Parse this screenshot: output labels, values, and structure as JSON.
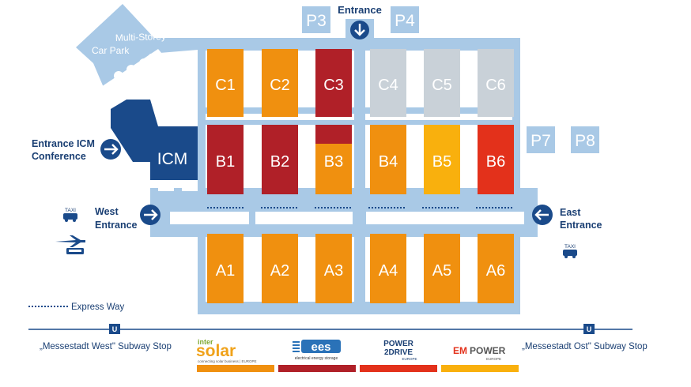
{
  "labels": {
    "entrance_top": "Entrance",
    "entrance_icm": "Entrance ICM",
    "conference": "Conference",
    "west": "West",
    "west_entrance": "Entrance",
    "east": "East",
    "east_entrance": "Entrance",
    "car_park_1": "Multi-Storey",
    "car_park_2": "Car Park",
    "icm": "ICM",
    "taxi": "TAXI",
    "express_way": "Express Way",
    "subway_letter": "U",
    "subway_west": "„Messestadt West\" Subway Stop",
    "subway_east": "„Messestadt Ost\" Subway Stop"
  },
  "parking": [
    {
      "id": "P3",
      "label": "P3"
    },
    {
      "id": "P4",
      "label": "P4"
    },
    {
      "id": "P7",
      "label": "P7"
    },
    {
      "id": "P8",
      "label": "P8"
    }
  ],
  "halls": {
    "row_c": [
      {
        "label": "C1",
        "exhibition": "intersolar"
      },
      {
        "label": "C2",
        "exhibition": "intersolar"
      },
      {
        "label": "C3",
        "exhibition": "ees"
      },
      {
        "label": "C4",
        "exhibition": "none"
      },
      {
        "label": "C5",
        "exhibition": "none"
      },
      {
        "label": "C6",
        "exhibition": "none"
      }
    ],
    "row_b": [
      {
        "label": "B1",
        "exhibition": "ees"
      },
      {
        "label": "B2",
        "exhibition": "ees"
      },
      {
        "label": "B3",
        "exhibition": "intersolar"
      },
      {
        "label": "B4",
        "exhibition": "intersolar"
      },
      {
        "label": "B5",
        "exhibition": "empower"
      },
      {
        "label": "B6",
        "exhibition": "power2drive"
      }
    ],
    "row_a": [
      {
        "label": "A1",
        "exhibition": "intersolar"
      },
      {
        "label": "A2",
        "exhibition": "intersolar"
      },
      {
        "label": "A3",
        "exhibition": "intersolar"
      },
      {
        "label": "A4",
        "exhibition": "intersolar"
      },
      {
        "label": "A5",
        "exhibition": "intersolar"
      },
      {
        "label": "A6",
        "exhibition": "intersolar"
      }
    ]
  },
  "exhibitions": [
    {
      "id": "intersolar",
      "name": "inter solar",
      "line1": "inter",
      "line2": "solar",
      "tagline": "connecting solar business | EUROPE",
      "color": "#F0900F"
    },
    {
      "id": "ees",
      "name": "ees",
      "line1": "ees",
      "line2": "",
      "tagline": "electrical energy storage",
      "color": "#B02028"
    },
    {
      "id": "power2drive",
      "name": "POWER 2DRIVE",
      "line1": "POWER",
      "line2": "2DRIVE",
      "tagline": "EUROPE",
      "color": "#E3311B"
    },
    {
      "id": "empower",
      "name": "EMPOWER",
      "line1": "EM",
      "line2": "POWER",
      "tagline": "EUROPE",
      "color": "#F9B00D"
    }
  ],
  "colors": {
    "corridor": "#A9C9E6",
    "navy": "#1A4A8A",
    "grey_hall": "#C9D1D8",
    "hall_text": "#FFFFFF",
    "label_text": "#1A3F73"
  }
}
